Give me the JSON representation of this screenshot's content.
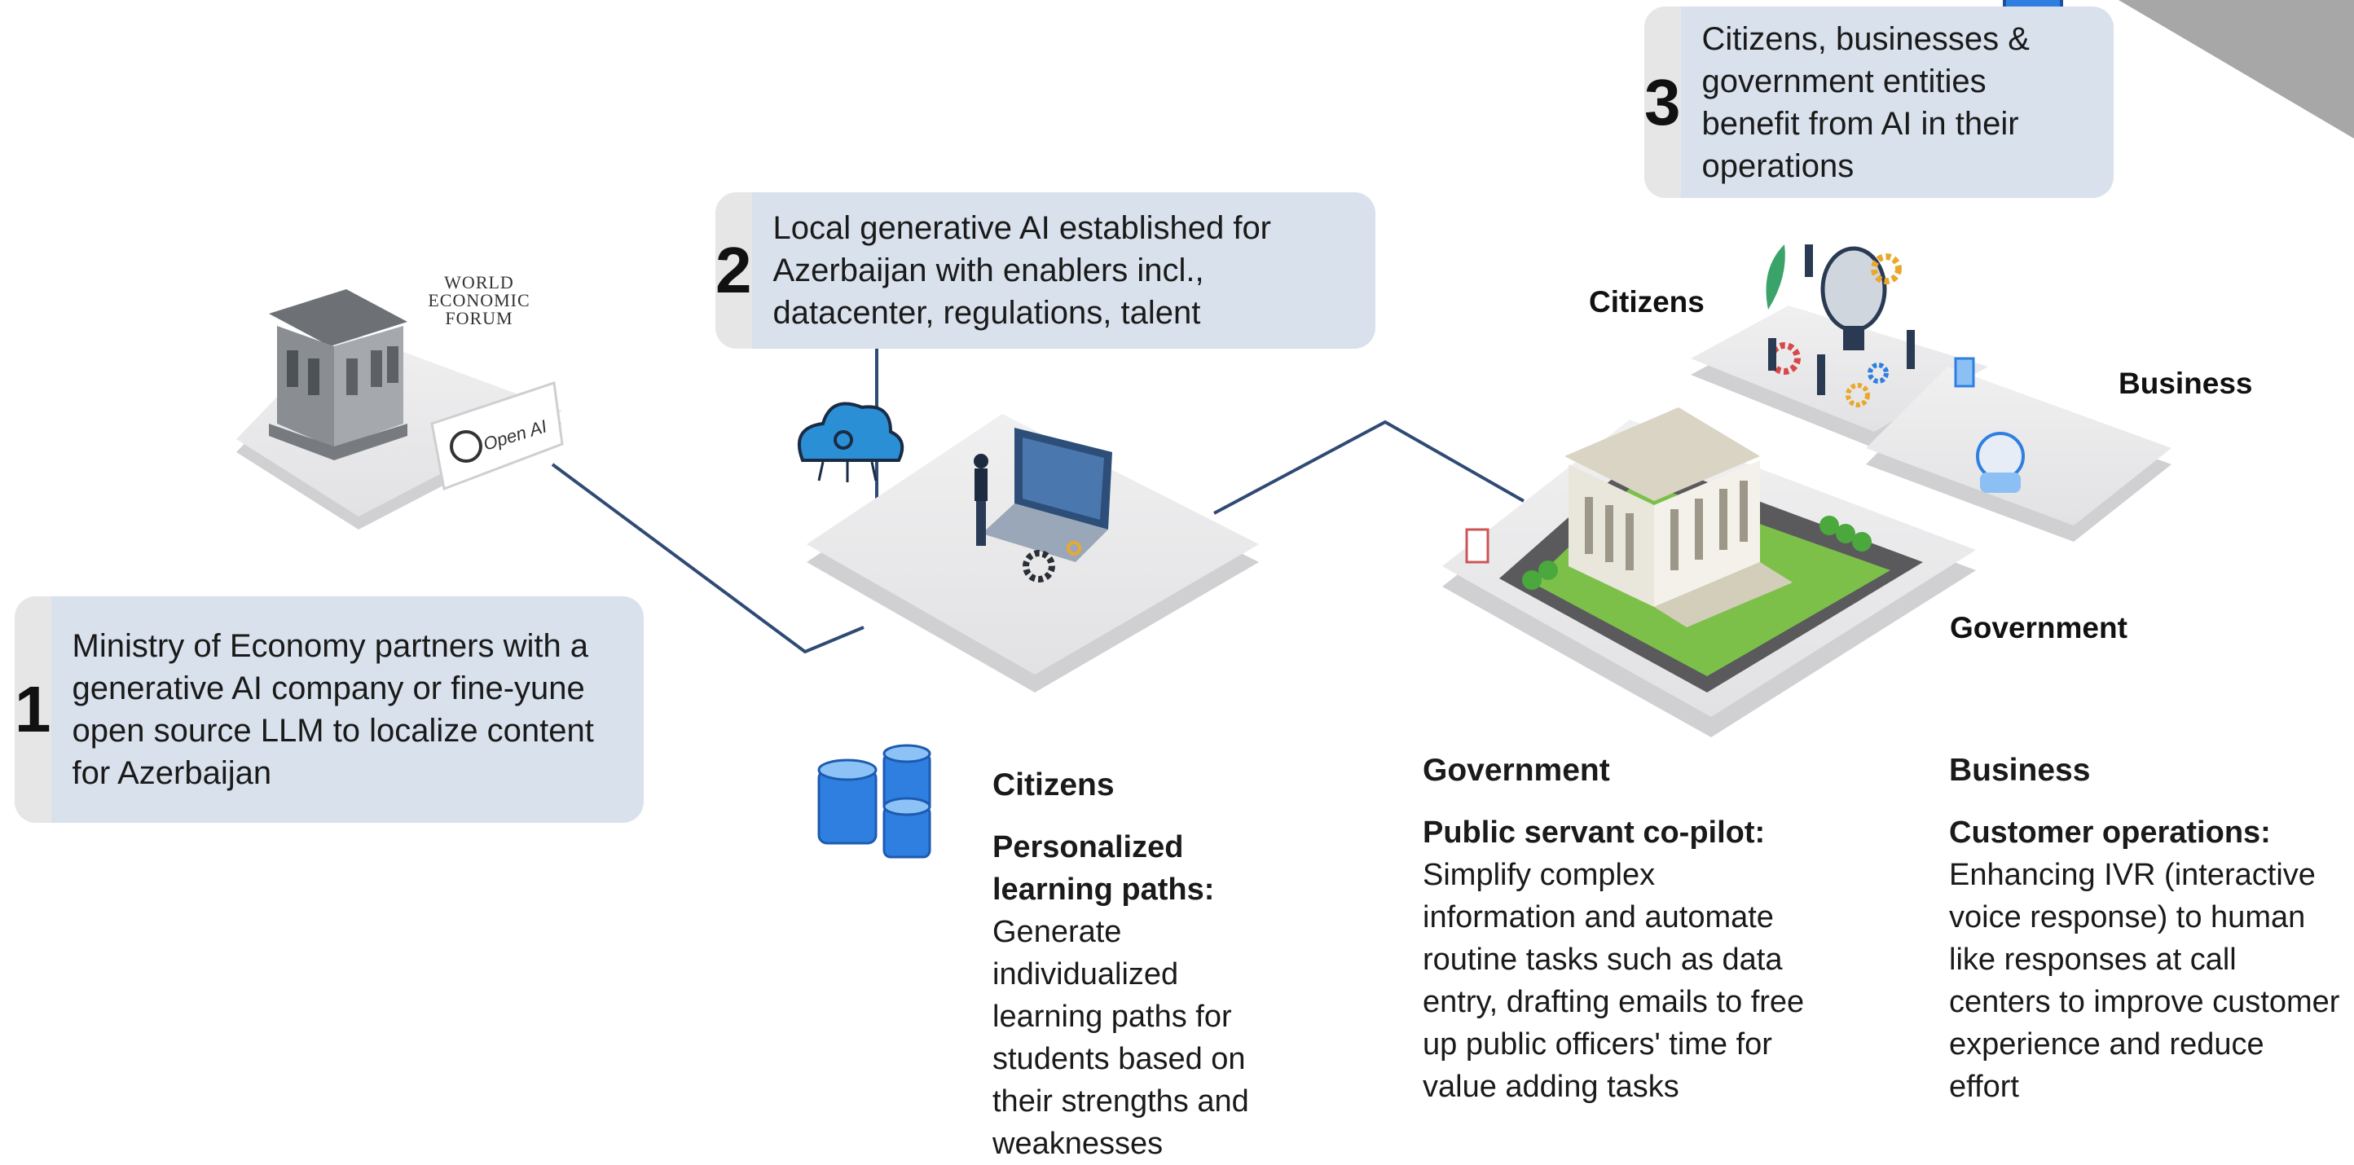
{
  "steps": [
    {
      "number": "1",
      "text": "Ministry of Economy partners with a generative AI company or fine-yune open source LLM to localize content for Azerbaijan"
    },
    {
      "number": "2",
      "text": "Local generative AI established for Azerbaijan with enablers incl., datacenter, regulations, talent"
    },
    {
      "number": "3",
      "text": "Citizens, businesses & government entities benefit from AI in their operations"
    }
  ],
  "logos": {
    "wef": [
      "WORLD",
      "ECONOMIC",
      "FORUM"
    ],
    "openai": "Open AI"
  },
  "platform_labels": {
    "citizens": "Citizens",
    "business": "Business",
    "government": "Government"
  },
  "use_cases": [
    {
      "title": "Citizens",
      "lead": "Personalized learning paths:",
      "body": "Generate individualized learning paths for students based on their strengths and weaknesses"
    },
    {
      "title": "Government",
      "lead": "Public servant co-pilot:",
      "body": "Simplify complex information and automate routine tasks such as data entry, drafting emails to free up public officers' time for value adding tasks"
    },
    {
      "title": "Business",
      "lead": "Customer operations:",
      "body": "Enhancing IVR (interactive voice response)  to human like responses at call centers to improve customer experience and reduce effort"
    }
  ],
  "colors": {
    "step_box": "#d8e1ec",
    "step_number_bg": "#e6e6e6",
    "connector": "#2f4a74",
    "platform": "#e9e9ea",
    "accent_blue": "#1f6fd1"
  },
  "icons": [
    "government-building-icon",
    "laptop-user-icon",
    "cloud-circuit-icon",
    "database-icon",
    "capitol-building-icon",
    "ai-robot-head-icon",
    "mobile-chatbot-icon",
    "gear-icon"
  ]
}
